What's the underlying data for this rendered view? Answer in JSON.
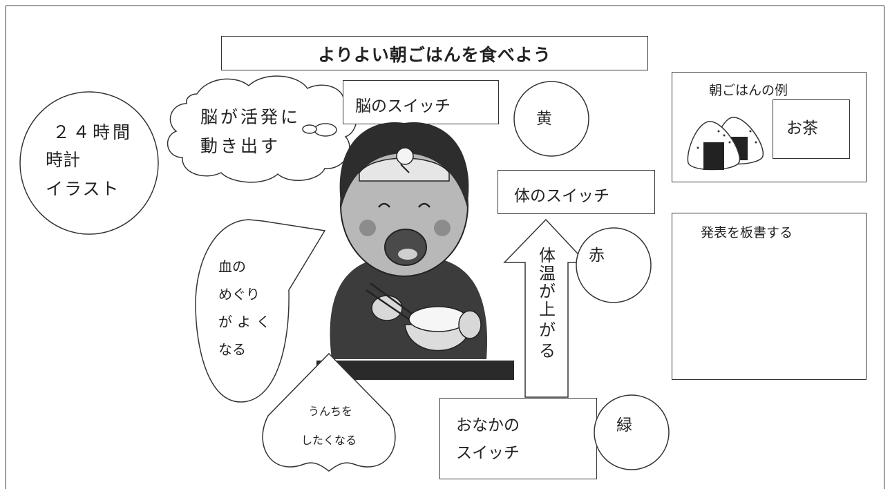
{
  "title": "よりよい朝ごはんを食べよう",
  "clock_note": [
    "２４時間",
    "時計",
    "イラスト"
  ],
  "thought": [
    "脳が活発に",
    "動き出す"
  ],
  "brain_switch": "脳のスイッチ",
  "body_switch": "体のスイッチ",
  "stomach_switch": [
    "おなかの",
    "スイッチ"
  ],
  "color_yellow": "黄",
  "color_red": "赤",
  "color_green": "緑",
  "body_temp": [
    "体",
    "温",
    "が",
    "上",
    "が",
    "る"
  ],
  "blood_bubble": [
    "血の",
    "めぐり",
    "がよく",
    "なる"
  ],
  "poop_bubble": [
    "うんちを",
    "したくなる"
  ],
  "breakfast_example": {
    "title": "朝ごはんの例",
    "tea": "お茶"
  },
  "presentation_note": "発表を板書する"
}
